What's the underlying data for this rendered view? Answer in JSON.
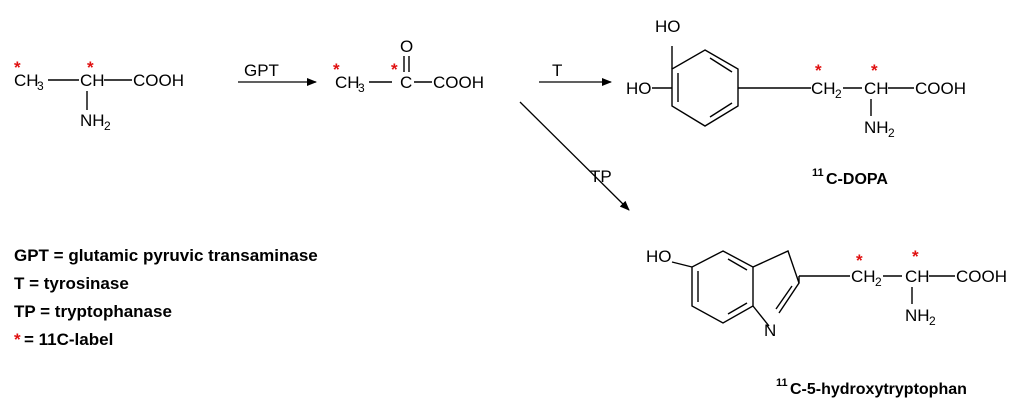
{
  "label_color": "#e01010",
  "atoms": {
    "ch3": "CH",
    "three": "3",
    "ch": "CH",
    "ch2": "CH",
    "two": "2",
    "c": "C",
    "o": "O",
    "cooh": "COOH",
    "nh": "NH",
    "ho": "HO",
    "n": "N",
    "star": "*"
  },
  "reactions": {
    "gpt": "GPT",
    "t": "T",
    "tp": "TP"
  },
  "products": {
    "dopa": {
      "sup": "11",
      "name": "C-DOPA"
    },
    "htp": {
      "sup": "11",
      "name": "C-5-hydroxytryptophan"
    }
  },
  "legend": [
    {
      "text": "GPT = glutamic pyruvic transaminase"
    },
    {
      "text": "T = tyrosinase"
    },
    {
      "text": "TP = tryptophanase"
    },
    {
      "text": " = 11C-label"
    }
  ]
}
